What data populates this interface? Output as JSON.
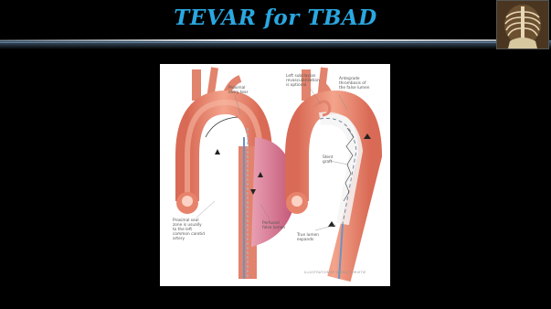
{
  "slide": {
    "title": "TEVAR for TBAD"
  },
  "figure": {
    "labels": {
      "proximal_entry_tear": [
        "Proximal",
        "entry tear"
      ],
      "proximal_seal_zone": [
        "Proximal seal",
        "zone is usually",
        "to the left",
        "common carotid",
        "artery"
      ],
      "perfused_false_lumen": [
        "Perfused",
        "false lumen"
      ],
      "left_subclavian": [
        "Left subclavian",
        "revascularization",
        "is optional"
      ],
      "antegrade_thrombosis": [
        "Antegrade",
        "thrombosis of",
        "the false lumen"
      ],
      "stent_graft": [
        "Stent",
        "graft"
      ],
      "true_lumen_expands": [
        "True lumen",
        "expands"
      ]
    },
    "credit": "ILLUSTRATION BY BRYAN CHRISTIE"
  },
  "icons": {
    "xray": "chest-xray-thumbnail"
  },
  "colors": {
    "title": "#2aa7e0",
    "aorta": "#e8836b",
    "false_lumen": "#c9557a",
    "background": "#000000"
  }
}
